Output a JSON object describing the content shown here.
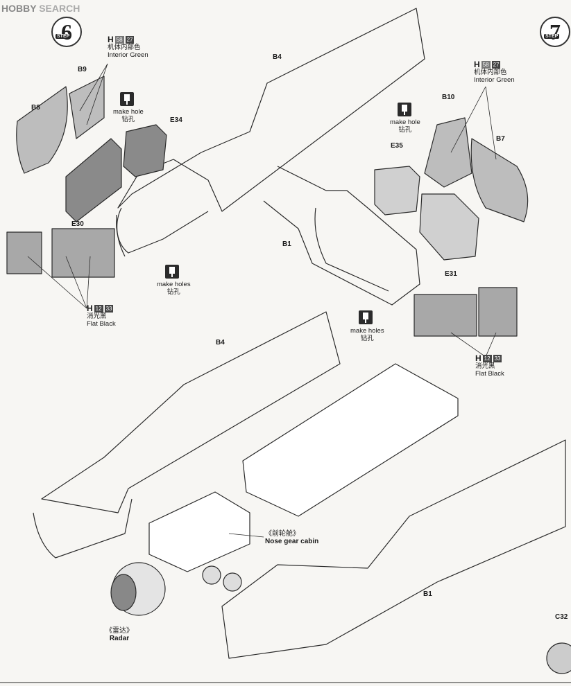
{
  "watermark": {
    "brand": "HOBBY",
    "suffix": "SEARCH"
  },
  "steps": {
    "step6": "6",
    "step7": "7",
    "step_word": "STEP"
  },
  "paints": {
    "interior_green_a": {
      "letter": "H",
      "code1": "58",
      "code2": "27",
      "cn": "机体内部色",
      "en": "Interior Green"
    },
    "interior_green_b": {
      "letter": "H",
      "code1": "58",
      "code2": "27",
      "cn": "机体内部色",
      "en": "Interior Green"
    },
    "flat_black_a": {
      "letter": "H",
      "code1": "12",
      "code2": "33",
      "cn": "消光黑",
      "en": "Flat Black"
    },
    "flat_black_b": {
      "letter": "H",
      "code1": "12",
      "code2": "33",
      "cn": "消光黑",
      "en": "Flat Black"
    }
  },
  "instructions": {
    "make_hole_a": {
      "en": "make hole",
      "cn": "钻孔"
    },
    "make_hole_b": {
      "en": "make hole",
      "cn": "钻孔"
    },
    "make_holes_a": {
      "en": "make holes",
      "cn": "钻孔"
    },
    "make_holes_b": {
      "en": "make holes",
      "cn": "钻孔"
    }
  },
  "parts": {
    "b9": "B9",
    "b8": "B8",
    "e34": "E34",
    "e30": "E30",
    "b4_top": "B4",
    "b10": "B10",
    "b7": "B7",
    "e35": "E35",
    "b1_top": "B1",
    "e31": "E31",
    "b4_bottom": "B4",
    "b1_bottom": "B1",
    "c32": "C32"
  },
  "callouts": {
    "nose_gear_cn": "《前轮舱》",
    "nose_gear_en": "Nose gear cabin",
    "radar_cn": "《雷达》",
    "radar_en": "Radar"
  },
  "colors": {
    "line": "#2a2a2a",
    "gray_part": "#8a8a8a",
    "light_part": "#bdbdbd",
    "paper": "#f7f6f3"
  }
}
